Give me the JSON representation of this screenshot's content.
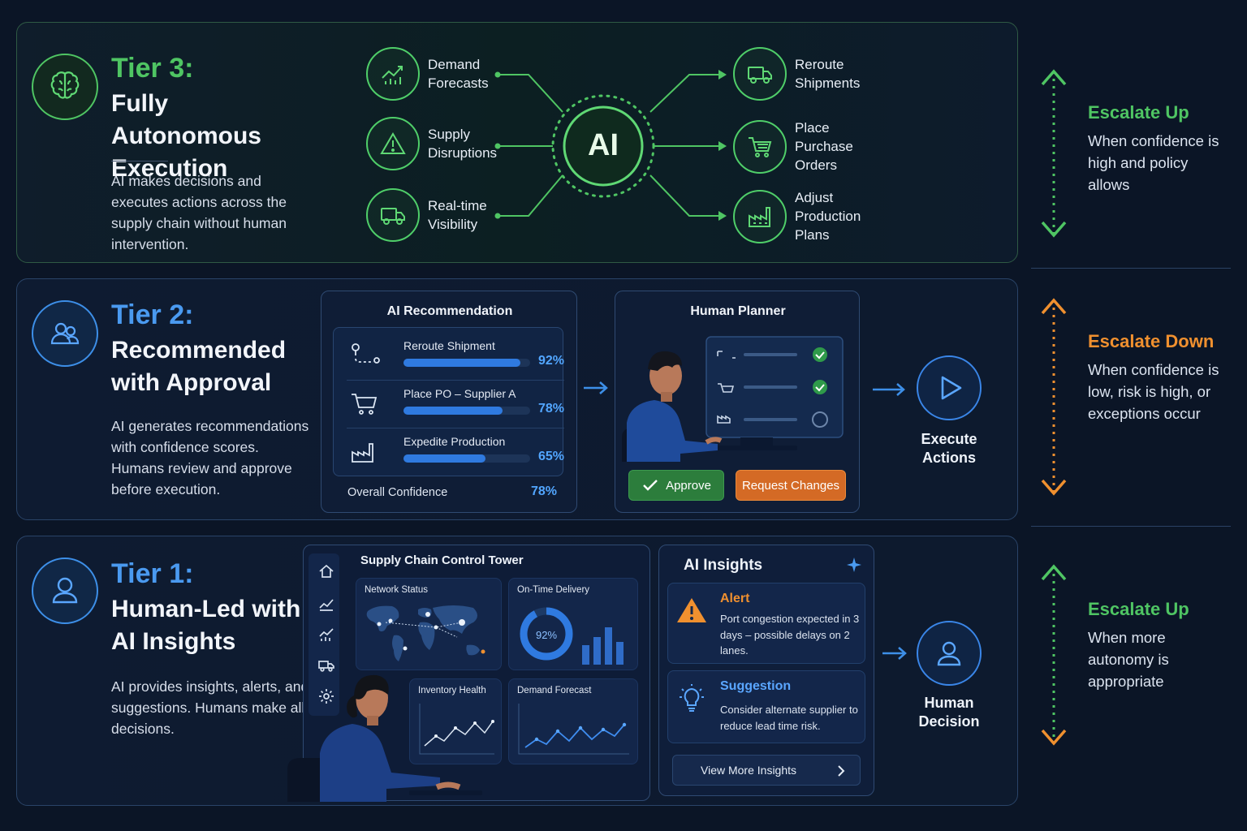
{
  "tier3": {
    "title": "Tier 3:",
    "subtitle": "Fully Autonomous Execution",
    "description": "AI makes decisions and executes actions across the supply chain without human intervention.",
    "center": "AI",
    "inputs": [
      "Demand Forecasts",
      "Supply Disruptions",
      "Real-time Visibility"
    ],
    "outputs": [
      "Reroute Shipments",
      "Place Purchase Orders",
      "Adjust Production Plans"
    ]
  },
  "tier2": {
    "title": "Tier 2:",
    "subtitle": "Recommended with Approval",
    "description": "AI generates recommendations with confidence scores. Humans review and approve before execution.",
    "recommendation_panel": {
      "title": "AI Recommendation",
      "items": [
        {
          "label": "Reroute Shipment",
          "pct_text": "92%",
          "value": 0.92
        },
        {
          "label": "Place PO – Supplier A",
          "pct_text": "78%",
          "value": 0.78
        },
        {
          "label": "Expedite Production",
          "pct_text": "65%",
          "value": 0.65
        }
      ],
      "overall_label": "Overall Confidence",
      "overall_value": "78%"
    },
    "planner_panel": {
      "title": "Human Planner",
      "approve": "Approve",
      "request_changes": "Request Changes"
    },
    "action_label": "Execute Actions"
  },
  "tier1": {
    "title": "Tier 1:",
    "subtitle": "Human-Led with AI Insights",
    "description": "AI provides insights, alerts, and suggestions. Humans make all decisions.",
    "control_tower": {
      "title": "Supply Chain Control Tower",
      "cards": {
        "network": "Network Status",
        "delivery": "On-Time Delivery",
        "delivery_value": "92%",
        "inventory": "Inventory Health",
        "forecast": "Demand Forecast"
      }
    },
    "insights": {
      "title": "AI Insights",
      "alert_title": "Alert",
      "alert_text": "Port congestion expected in 3 days – possible delays on 2 lanes.",
      "suggestion_title": "Suggestion",
      "suggestion_text": "Consider alternate supplier to reduce lead time risk.",
      "view_more": "View More Insights"
    },
    "action_label": "Human Decision"
  },
  "escalation": [
    {
      "title": "Escalate Up",
      "text": "When confidence is high and policy allows",
      "color": "#4fc563"
    },
    {
      "title": "Escalate Down",
      "text": "When confidence is low, risk is high, or exceptions occur",
      "color": "#f0902f"
    },
    {
      "title": "Escalate Up",
      "text": "When more autonomy is appropriate",
      "color": "#4fc563"
    }
  ],
  "colors": {
    "tier3": "#4fc563",
    "tier2": "#3d8fe8",
    "tier1": "#3d8fe8",
    "orange": "#f0902f"
  }
}
